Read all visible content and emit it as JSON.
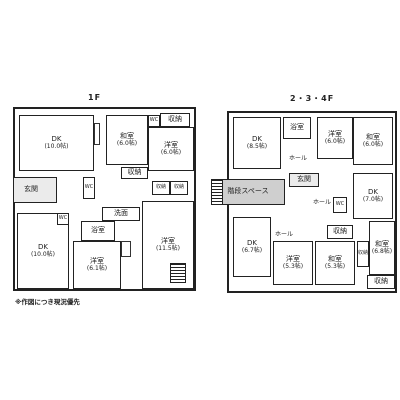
{
  "floors": {
    "f1": {
      "title": "1F",
      "rooms": {
        "dk_top": {
          "name": "DK",
          "size": "(10.0帖)"
        },
        "wa": {
          "name": "和室",
          "size": "(6.0帖)"
        },
        "youshitsu_a": {
          "name": "洋室",
          "size": "(6.0帖)"
        },
        "genkan": {
          "name": "玄関"
        },
        "dk_bot": {
          "name": "DK",
          "size": "(10.0帖)"
        },
        "youshitsu_b": {
          "name": "洋室",
          "size": "(6.1帖)"
        },
        "youshitsu_c": {
          "name": "洋室",
          "size": "(11.5帖)"
        },
        "bath": {
          "name": "浴室"
        },
        "senmen": {
          "name": "洗面"
        },
        "shuno_1": {
          "name": "収納"
        },
        "shuno_2": {
          "name": "収納"
        },
        "shuno_3": {
          "name": "収納"
        },
        "shuno_4": {
          "name": "収納"
        },
        "wc_1": {
          "name": "WC"
        },
        "wc_2": {
          "name": "WC"
        },
        "wc_3": {
          "name": "WC"
        }
      }
    },
    "f234": {
      "title": "2・3・4F",
      "rooms": {
        "dk_a": {
          "name": "DK",
          "size": "(8.5帖)"
        },
        "bath": {
          "name": "浴室"
        },
        "youshitsu_a": {
          "name": "洋室",
          "size": "(6.0帖)"
        },
        "wa_a": {
          "name": "和室",
          "size": "(6.0帖)"
        },
        "hall_1": {
          "name": "ホール"
        },
        "genkan": {
          "name": "玄関"
        },
        "kaidan": {
          "name": "階段スペース"
        },
        "hall_2": {
          "name": "ホール"
        },
        "dk_b": {
          "name": "DK",
          "size": "(7.0帖)"
        },
        "dk_c": {
          "name": "DK",
          "size": "(6.7帖)"
        },
        "hall_3": {
          "name": "ホール"
        },
        "youshitsu_b": {
          "name": "洋室",
          "size": "(5.3帖)"
        },
        "wa_b": {
          "name": "和室",
          "size": "(5.3帖)"
        },
        "wa_c": {
          "name": "和室",
          "size": "(6.8帖)"
        },
        "shuno_1": {
          "name": "収納"
        },
        "shuno_2": {
          "name": "収納"
        },
        "shuno_3": {
          "name": "収納"
        },
        "wc": {
          "name": "WC"
        }
      }
    }
  },
  "note": "※作図につき現況優先"
}
